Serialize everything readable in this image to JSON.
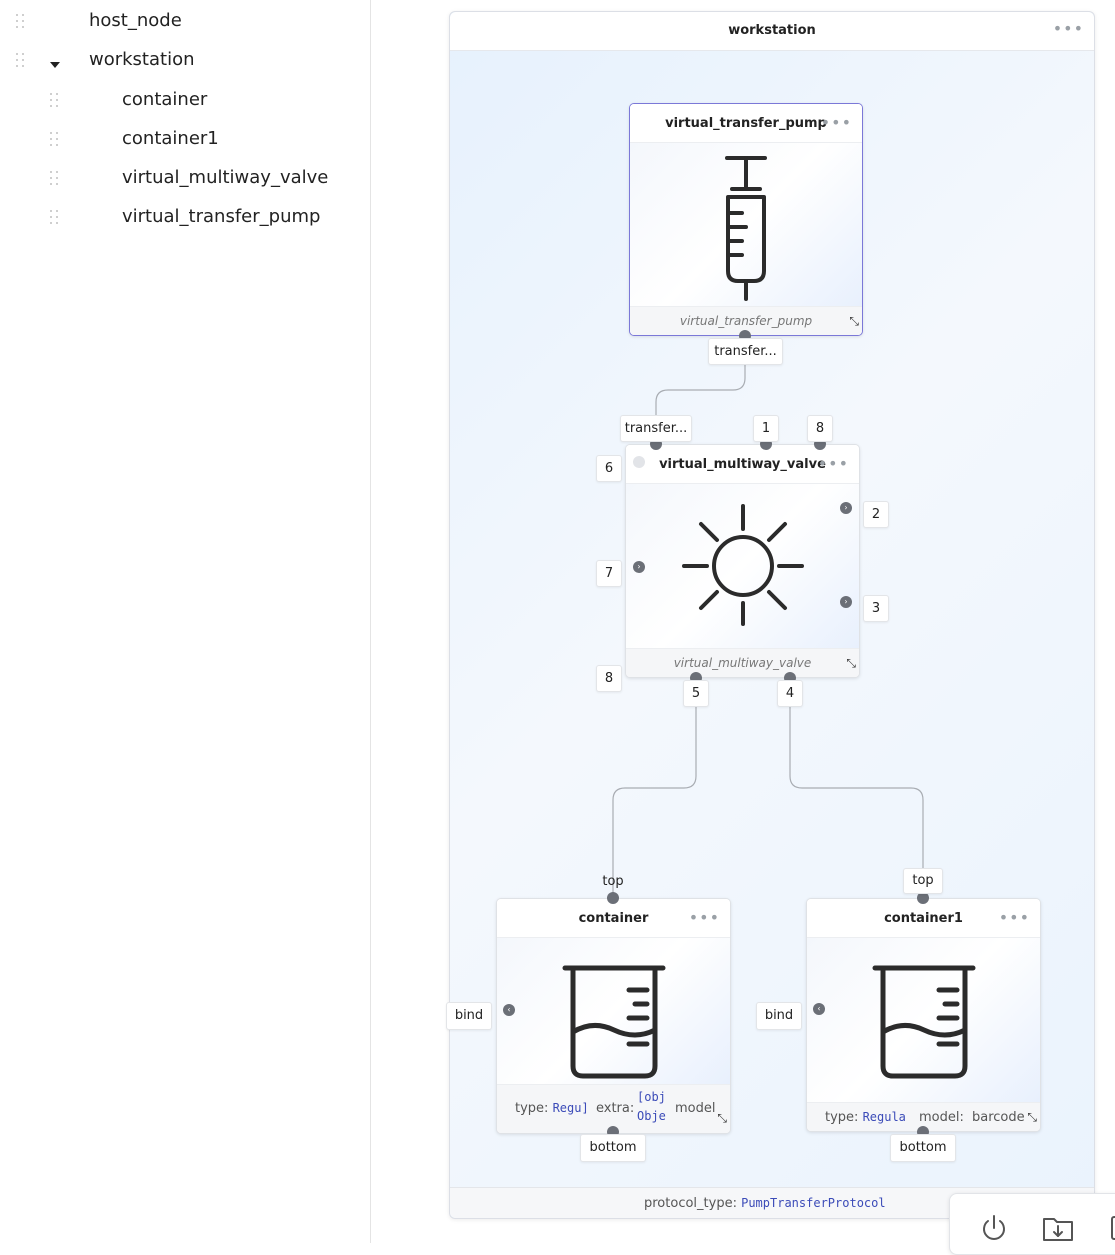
{
  "tree": {
    "items": [
      {
        "label": "host_node",
        "level": 0,
        "expanded": false
      },
      {
        "label": "workstation",
        "level": 0,
        "expanded": true
      },
      {
        "label": "container",
        "level": 1
      },
      {
        "label": "container1",
        "level": 1
      },
      {
        "label": "virtual_multiway_valve",
        "level": 1
      },
      {
        "label": "virtual_transfer_pump",
        "level": 1
      }
    ]
  },
  "workstation": {
    "title": "workstation",
    "footer_key": "protocol_type:",
    "footer_value": "PumpTransferProtocol"
  },
  "pump": {
    "title": "virtual_transfer_pump",
    "footer": "virtual_transfer_pump",
    "port_label": "transfer...",
    "icon": "syringe-icon"
  },
  "valve": {
    "title": "virtual_multiway_valve",
    "footer": "virtual_multiway_valve",
    "icon": "valve-sun-icon",
    "ports": {
      "top_left": "transfer...",
      "top_1": "1",
      "top_8": "8",
      "left_6": "6",
      "left_7": "7",
      "left_8": "8",
      "right_2": "2",
      "right_3": "3",
      "bottom_5": "5",
      "bottom_4": "4"
    }
  },
  "container": {
    "title": "container",
    "top_label": "top",
    "bind_label": "bind",
    "bottom_label": "bottom",
    "icon": "beaker-icon",
    "fields": {
      "type_key": "type:",
      "type_val": "Regu]",
      "extra_key": "extra:",
      "extra_val1": "[obj",
      "extra_val2": "Obje",
      "model_key": "model"
    }
  },
  "container1": {
    "title": "container1",
    "top_label": "top",
    "bind_label": "bind",
    "bottom_label": "bottom",
    "icon": "beaker-icon",
    "fields": {
      "type_key": "type:",
      "type_val": "Regula",
      "model_key": "model:",
      "barcode_key": "barcode"
    }
  },
  "toolbar": {
    "power_icon": "power-icon",
    "import_icon": "folder-download-icon"
  },
  "colors": {
    "accent": "#3b4bb8",
    "selected_border": "#7b78d8",
    "port": "#6b6f77"
  }
}
